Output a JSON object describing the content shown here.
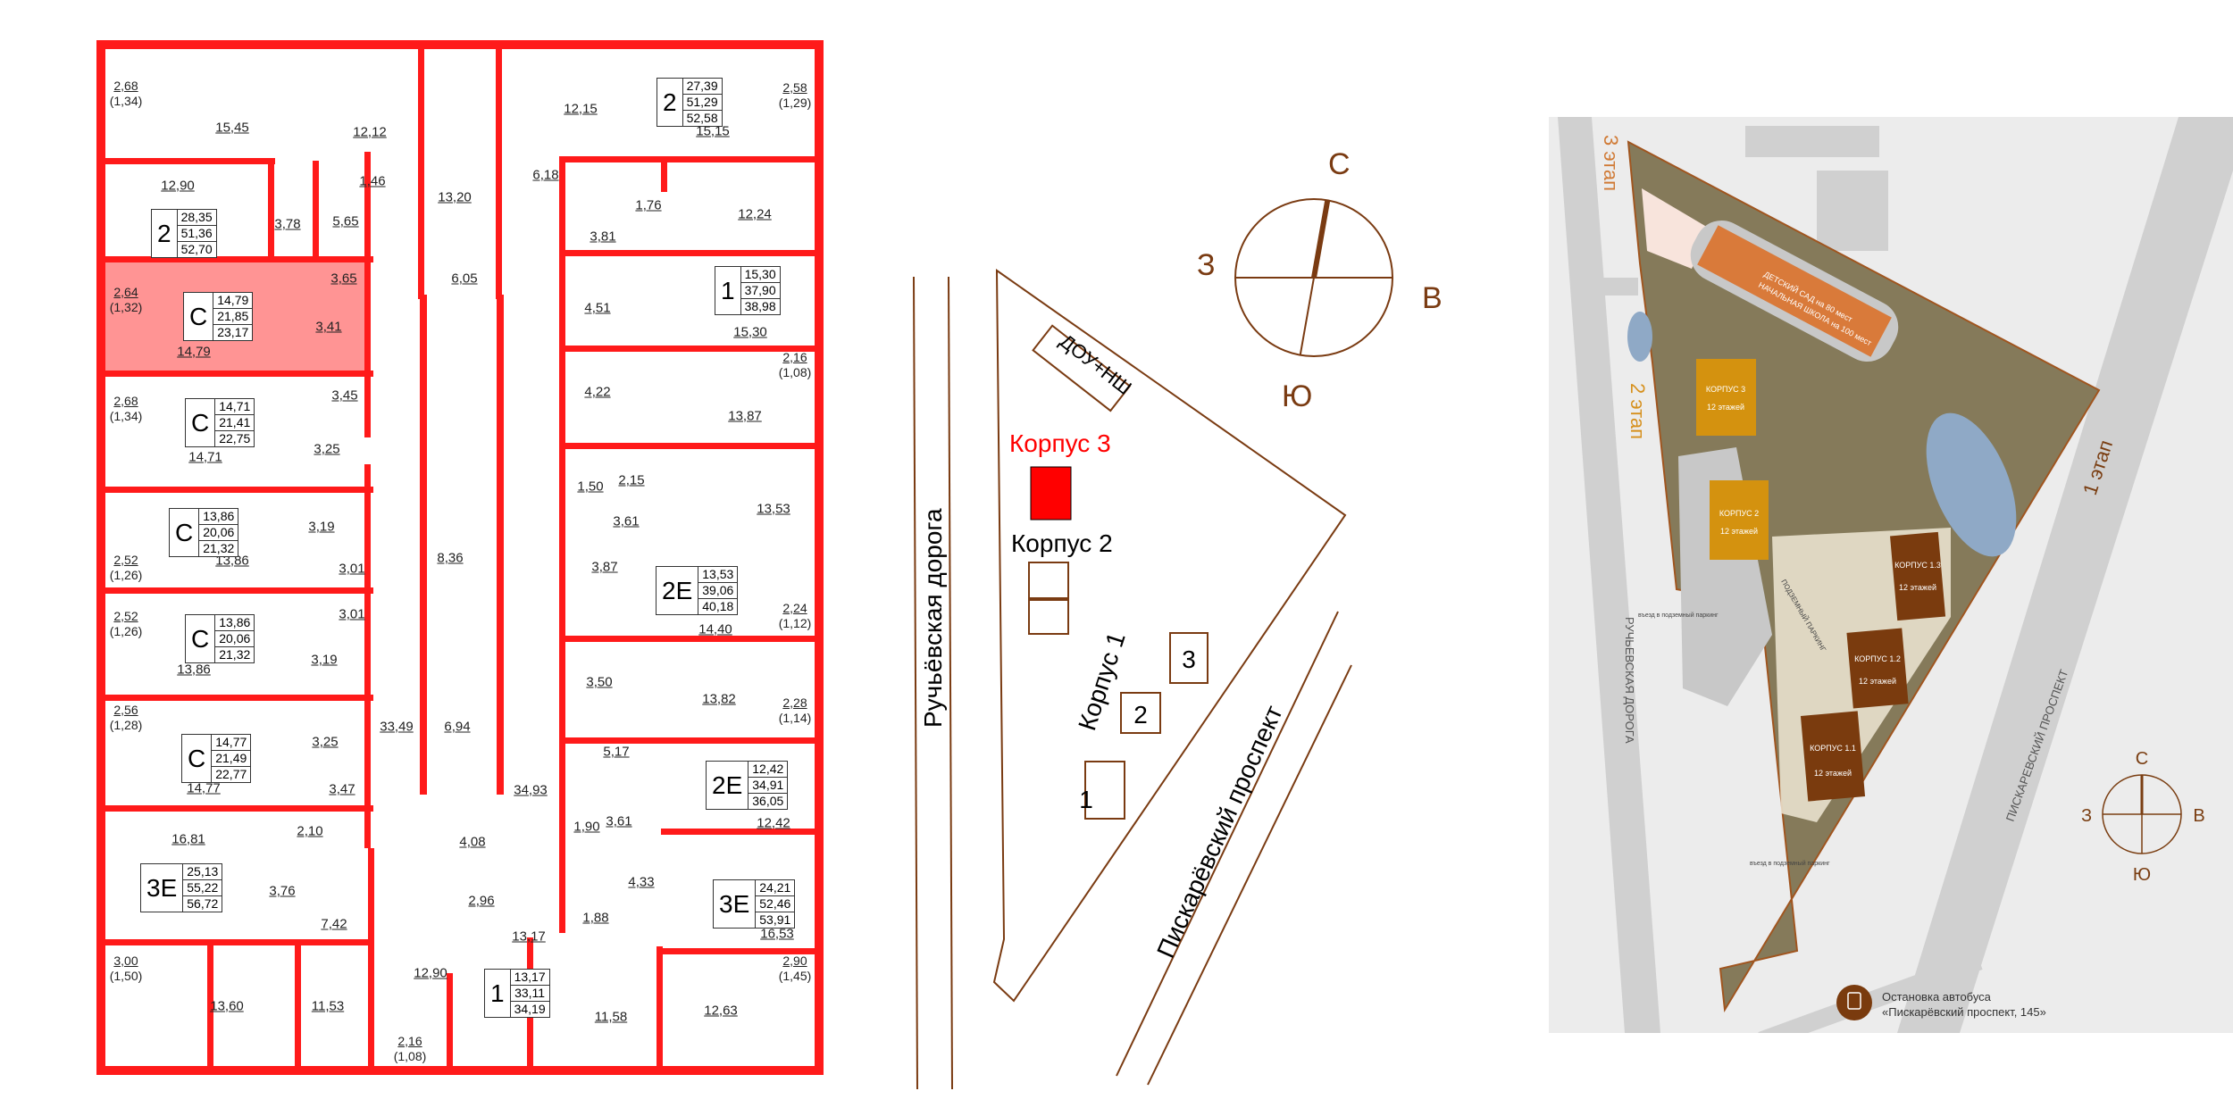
{
  "floor_plan": {
    "highlight_color": "#ff6b6b",
    "wall_color": "#ff1a1a",
    "rooms": [
      "15,45",
      "12,12",
      "12,15",
      "15,15",
      "12,90",
      "1,46",
      "13,20",
      "6,18",
      "1,76",
      "12,24",
      "3,78",
      "5,65",
      "3,81",
      "3,65",
      "6,05",
      "3,41",
      "4,51",
      "15,30",
      "14,79",
      "3,45",
      "4,22",
      "13,87",
      "3,25",
      "14,71",
      "2,15",
      "1,50",
      "13,53",
      "3,19",
      "3,61",
      "13,86",
      "3,01",
      "8,36",
      "3,87",
      "3,01",
      "14,40",
      "3,19",
      "13,86",
      "3,50",
      "13,82",
      "33,49",
      "6,94",
      "3,25",
      "5,17",
      "14,77",
      "3,47",
      "34,93",
      "12,42",
      "2,10",
      "1,90",
      "3,61",
      "16,81",
      "4,08",
      "3,76",
      "4,33",
      "2,96",
      "7,42",
      "1,88",
      "16,53",
      "13,17",
      "12,90",
      "13,60",
      "11,53",
      "11,58",
      "12,63"
    ],
    "balconies": [
      {
        "area": "2,68",
        "reduced": "(1,34)"
      },
      {
        "area": "2,58",
        "reduced": "(1,29)"
      },
      {
        "area": "2,64",
        "reduced": "(1,32)"
      },
      {
        "area": "2,16",
        "reduced": "(1,08)"
      },
      {
        "area": "2,68",
        "reduced": "(1,34)"
      },
      {
        "area": "2,52",
        "reduced": "(1,26)"
      },
      {
        "area": "2,52",
        "reduced": "(1,26)"
      },
      {
        "area": "2,24",
        "reduced": "(1,12)"
      },
      {
        "area": "2,28",
        "reduced": "(1,14)"
      },
      {
        "area": "2,56",
        "reduced": "(1,28)"
      },
      {
        "area": "3,00",
        "reduced": "(1,50)"
      },
      {
        "area": "2,90",
        "reduced": "(1,45)"
      },
      {
        "area": "2,16",
        "reduced": "(1,08)"
      }
    ],
    "apartments": [
      {
        "type": "2",
        "living": "27,39",
        "total": "51,29",
        "total_with_balcony": "52,58"
      },
      {
        "type": "2",
        "living": "28,35",
        "total": "51,36",
        "total_with_balcony": "52,70"
      },
      {
        "type": "1",
        "living": "15,30",
        "total": "37,90",
        "total_with_balcony": "38,98"
      },
      {
        "type": "С",
        "living": "14,79",
        "total": "21,85",
        "total_with_balcony": "23,17",
        "selected": true
      },
      {
        "type": "С",
        "living": "14,71",
        "total": "21,41",
        "total_with_balcony": "22,75"
      },
      {
        "type": "С",
        "living": "13,86",
        "total": "20,06",
        "total_with_balcony": "21,32"
      },
      {
        "type": "2Е",
        "living": "13,53",
        "total": "39,06",
        "total_with_balcony": "40,18"
      },
      {
        "type": "С",
        "living": "13,86",
        "total": "20,06",
        "total_with_balcony": "21,32"
      },
      {
        "type": "С",
        "living": "14,77",
        "total": "21,49",
        "total_with_balcony": "22,77"
      },
      {
        "type": "2Е",
        "living": "12,42",
        "total": "34,91",
        "total_with_balcony": "36,05"
      },
      {
        "type": "3Е",
        "living": "25,13",
        "total": "55,22",
        "total_with_balcony": "56,72"
      },
      {
        "type": "3Е",
        "living": "24,21",
        "total": "52,46",
        "total_with_balcony": "53,91"
      },
      {
        "type": "1",
        "living": "13,17",
        "total": "33,11",
        "total_with_balcony": "34,19"
      }
    ]
  },
  "location_scheme": {
    "compass": {
      "north": "С",
      "west": "З",
      "east": "В",
      "south": "Ю"
    },
    "road_west": "Ручьёвская дорога",
    "road_east": "Пискарёвский проспект",
    "building_school": "ДОУ+НШ",
    "building_current": "Корпус 3",
    "building_2": "Корпус 2",
    "building_1": "Корпус 1",
    "section_labels": [
      "1",
      "2",
      "3"
    ],
    "current_color": "#ff0000",
    "line_color": "#7a3b12"
  },
  "site_map": {
    "stages": [
      "3 этап",
      "2 этап",
      "1 этап"
    ],
    "school_label_1": "ДЕТСКИЙ САД на 80 мест",
    "school_label_2": "НАЧАЛЬНАЯ ШКОЛА на 100 мест",
    "buildings": [
      {
        "name": "КОРПУС 3",
        "floors": "12 этажей"
      },
      {
        "name": "КОРПУС 2",
        "floors": "12 этажей"
      },
      {
        "name": "КОРПУС 1.3",
        "floors": "12 этажей"
      },
      {
        "name": "КОРПУС 1.2",
        "floors": "12 этажей"
      },
      {
        "name": "КОРПУС 1.1",
        "floors": "12 этажей"
      }
    ],
    "parking_label": "ПОДЗЕМНЫЙ ПАРКИНГ",
    "parking_entry": "въезд в подземный паркинг",
    "road_west": "РУЧЬЕВСКАЯ ДОРОГА",
    "road_east": "ПИСКАРЕВСКИЙ ПРОСПЕКТ",
    "compass": {
      "north": "С",
      "west": "З",
      "east": "В",
      "south": "Ю"
    },
    "bus_stop_line1": "Остановка автобуса",
    "bus_stop_line2": "«Пискарёвский проспект, 145»",
    "colors": {
      "stage3": "#d07a35",
      "stage2": "#d6901c",
      "stage1": "#7a3e12",
      "site": "#857a5a",
      "school": "#d97a3a",
      "phase2_building": "#d4920f",
      "phase1_building": "#7a3b0e",
      "water": "#8fa9c6",
      "background": "#ececec",
      "road": "#d0d0d0"
    }
  }
}
